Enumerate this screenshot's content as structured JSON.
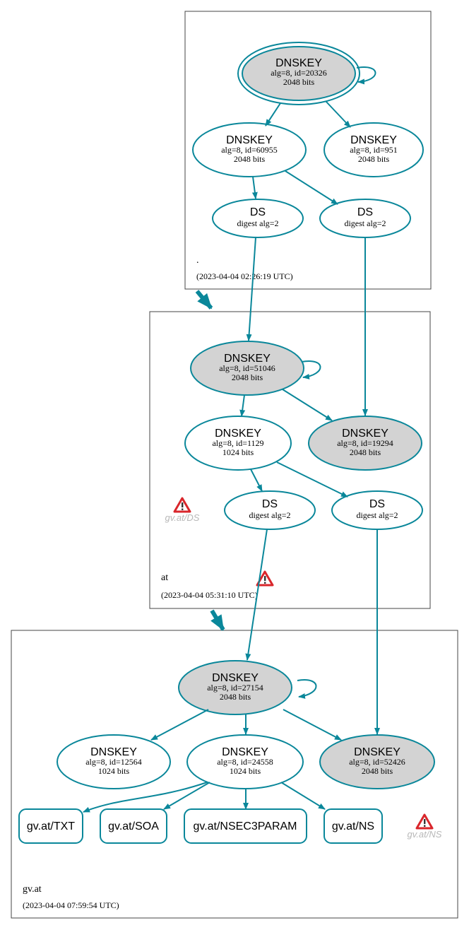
{
  "colors": {
    "edge": "#0a879a",
    "secure_entry_fill": "#d3d3d3",
    "warning": "#d9262b",
    "warning_label": "#b8b8b8"
  },
  "zones": {
    "root": {
      "name": ".",
      "timestamp": "(2023-04-04 02:26:19 UTC)",
      "nodes": {
        "ksk": {
          "title": "DNSKEY",
          "line1": "alg=8, id=20326",
          "line2": "2048 bits"
        },
        "zsk": {
          "title": "DNSKEY",
          "line1": "alg=8, id=60955",
          "line2": "2048 bits"
        },
        "key951": {
          "title": "DNSKEY",
          "line1": "alg=8, id=951",
          "line2": "2048 bits"
        },
        "ds1": {
          "title": "DS",
          "line1": "digest alg=2"
        },
        "ds2": {
          "title": "DS",
          "line1": "digest alg=2"
        }
      }
    },
    "at": {
      "name": "at",
      "timestamp": "(2023-04-04 05:31:10 UTC)",
      "warning_label": "gv.at/DS",
      "nodes": {
        "ksk": {
          "title": "DNSKEY",
          "line1": "alg=8, id=51046",
          "line2": "2048 bits"
        },
        "zsk": {
          "title": "DNSKEY",
          "line1": "alg=8, id=1129",
          "line2": "1024 bits"
        },
        "key19294": {
          "title": "DNSKEY",
          "line1": "alg=8, id=19294",
          "line2": "2048 bits"
        },
        "ds1": {
          "title": "DS",
          "line1": "digest alg=2"
        },
        "ds2": {
          "title": "DS",
          "line1": "digest alg=2"
        }
      }
    },
    "gvat": {
      "name": "gv.at",
      "timestamp": "(2023-04-04 07:59:54 UTC)",
      "warning_label": "gv.at/NS",
      "nodes": {
        "ksk": {
          "title": "DNSKEY",
          "line1": "alg=8, id=27154",
          "line2": "2048 bits"
        },
        "key12564": {
          "title": "DNSKEY",
          "line1": "alg=8, id=12564",
          "line2": "1024 bits"
        },
        "zsk": {
          "title": "DNSKEY",
          "line1": "alg=8, id=24558",
          "line2": "1024 bits"
        },
        "key52426": {
          "title": "DNSKEY",
          "line1": "alg=8, id=52426",
          "line2": "2048 bits"
        }
      },
      "rrsets": {
        "txt": "gv.at/TXT",
        "soa": "gv.at/SOA",
        "nsec3param": "gv.at/NSEC3PARAM",
        "ns": "gv.at/NS"
      }
    }
  }
}
